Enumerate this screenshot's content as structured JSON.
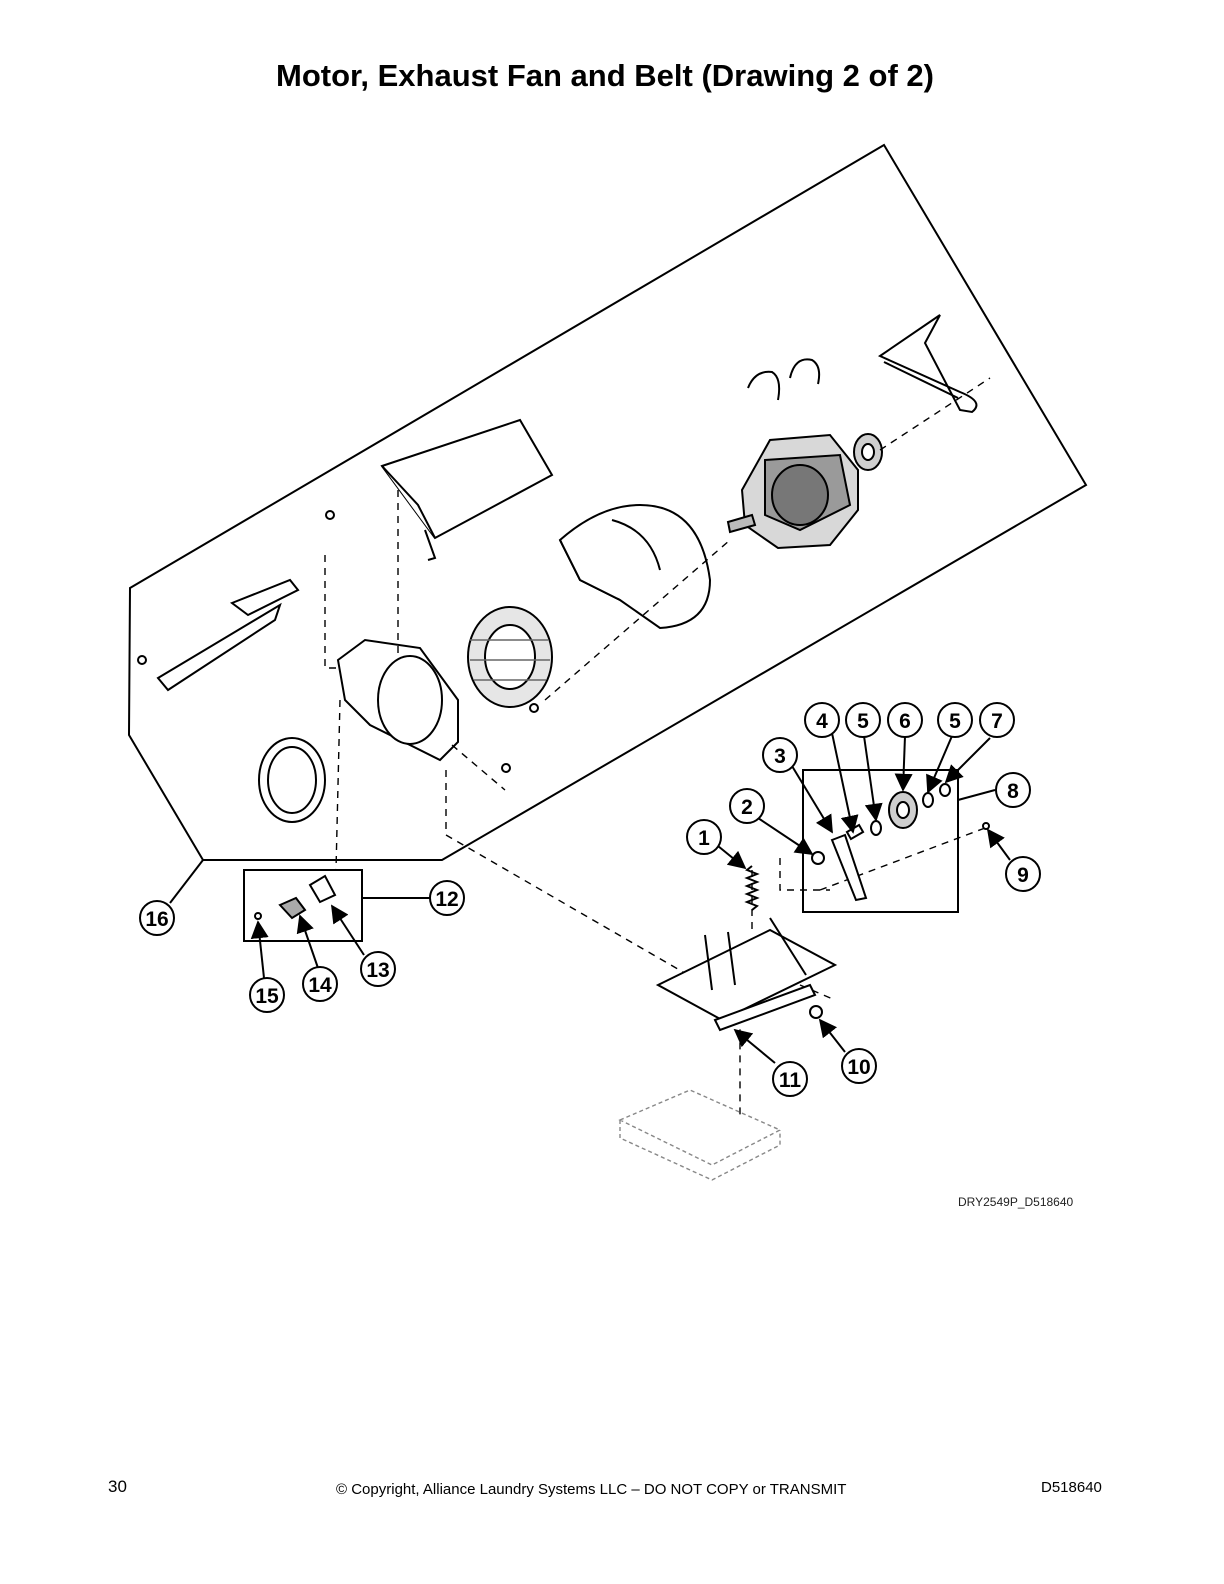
{
  "page": {
    "title": "Motor, Exhaust Fan and Belt (Drawing 2 of 2)",
    "drawing_id": "DRY2549P_D518640",
    "footer": {
      "page_number": "30",
      "copyright": "© Copyright, Alliance Laundry Systems LLC – DO NOT COPY or TRANSMIT",
      "doc_number": "D518640"
    }
  },
  "callouts": [
    "1",
    "2",
    "3",
    "4",
    "5",
    "6",
    "5",
    "7",
    "8",
    "9",
    "10",
    "11",
    "12",
    "13",
    "14",
    "15",
    "16"
  ]
}
